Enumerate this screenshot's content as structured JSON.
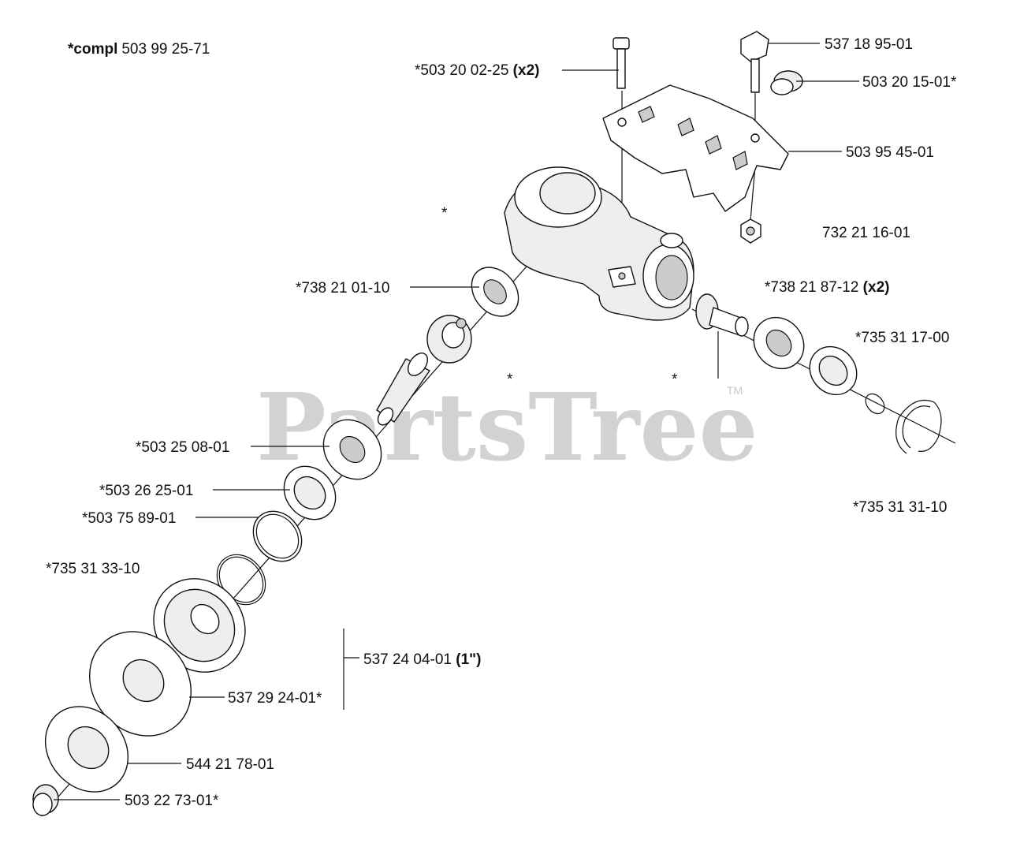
{
  "diagram": {
    "compl_prefix": "*compl",
    "compl_number": "503 99 25-71",
    "watermark": "PartsTree",
    "trademark": "TM",
    "asterisks": [
      "*",
      "*",
      "*"
    ],
    "labels": [
      {
        "id": "p537189501",
        "text": "537 18 95-01",
        "suffix": ""
      },
      {
        "id": "p503200225",
        "text": "*503 20 02-25 ",
        "suffix": "(x2)"
      },
      {
        "id": "p503201501",
        "text": "503 20 15-01*",
        "suffix": ""
      },
      {
        "id": "p503954501",
        "text": "503 95 45-01",
        "suffix": ""
      },
      {
        "id": "p732211601",
        "text": "732 21 16-01",
        "suffix": ""
      },
      {
        "id": "p738210110",
        "text": "*738 21 01-10",
        "suffix": ""
      },
      {
        "id": "p738218712",
        "text": "*738 21 87-12 ",
        "suffix": "(x2)"
      },
      {
        "id": "p735311700",
        "text": "*735 31 17-00",
        "suffix": ""
      },
      {
        "id": "p503250801",
        "text": "*503 25 08-01",
        "suffix": ""
      },
      {
        "id": "p503262501",
        "text": "*503 26 25-01",
        "suffix": ""
      },
      {
        "id": "p503758901",
        "text": "*503 75 89-01",
        "suffix": ""
      },
      {
        "id": "p735313110",
        "text": "*735 31 31-10",
        "suffix": ""
      },
      {
        "id": "p735313310",
        "text": "*735 31 33-10",
        "suffix": ""
      },
      {
        "id": "p537240401",
        "text": "537 24 04-01 ",
        "suffix": "(1\")"
      },
      {
        "id": "p537292401",
        "text": "537 29 24-01*",
        "suffix": ""
      },
      {
        "id": "p544217801",
        "text": "544 21 78-01",
        "suffix": ""
      },
      {
        "id": "p503227301",
        "text": "503 22 73-01*",
        "suffix": ""
      }
    ]
  }
}
